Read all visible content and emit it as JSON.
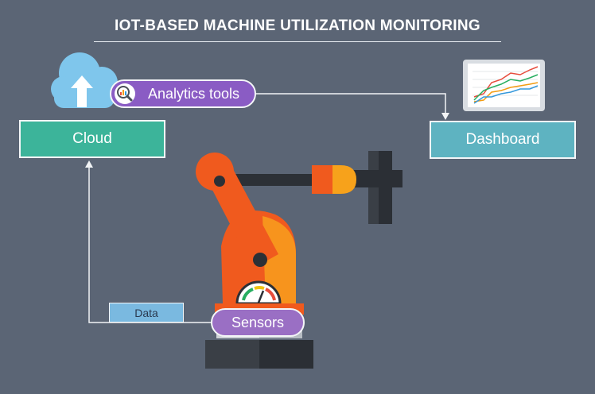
{
  "title": "IOT-BASED MACHINE UTILIZATION MONITORING",
  "nodes": {
    "cloud": "Cloud",
    "dashboard": "Dashboard",
    "analytics": "Analytics tools",
    "sensors": "Sensors",
    "data": "Data"
  },
  "icons": {
    "cloud": "cloud-upload-icon",
    "analytics": "magnifier-chart-icon",
    "dashboard": "line-chart-screen-icon",
    "machine": "robotic-arm-icon",
    "gauge": "gauge-icon"
  },
  "colors": {
    "background": "#5b6575",
    "cloud_box": "#3cb49a",
    "dashboard_box": "#5eb3c1",
    "pill": "#8a5cc4",
    "arm": "#f05a1e",
    "arm_accent": "#f7941d",
    "data_label": "#7ab9e0"
  }
}
